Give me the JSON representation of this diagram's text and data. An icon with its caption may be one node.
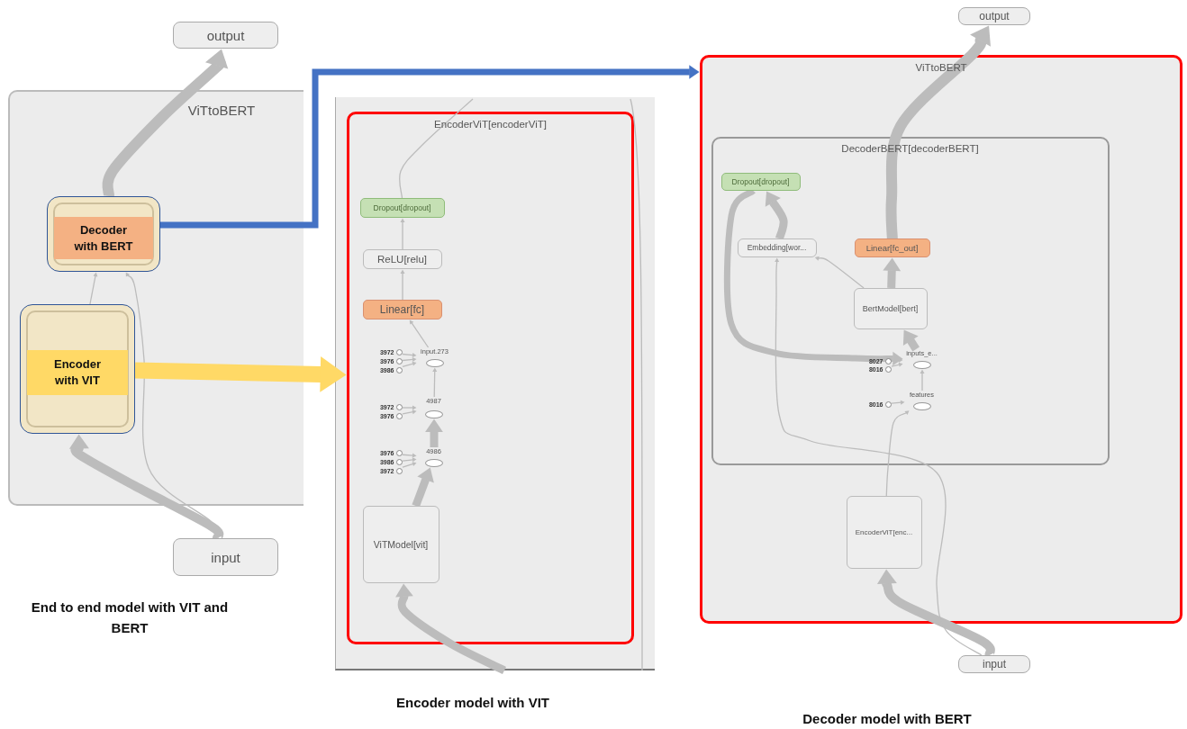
{
  "diagram": {
    "nodes": [
      {
        "text": [
          "output"
        ]
      },
      {
        "text": [
          "ViTtoBERT"
        ]
      },
      {
        "text": [
          "Decoder with BERT"
        ],
        "in": 1
      },
      {
        "text": [
          "Encoder with VIT"
        ],
        "in": 1
      },
      {
        "text": [
          "input"
        ]
      },
      {
        "text": [
          "EncoderViT[encoderViT]"
        ]
      },
      {
        "text": [
          "Dropout[dropout]"
        ],
        "in": 5
      },
      {
        "text": [
          "ReLU[relu]"
        ],
        "in": 5
      },
      {
        "text": [
          "Linear[fc]"
        ],
        "in": 5
      },
      {
        "text": [
          "input.273"
        ],
        "in": 5
      },
      {
        "text": [
          "3972"
        ],
        "in": 5
      },
      {
        "text": [
          "3976"
        ],
        "in": 5
      },
      {
        "text": [
          "3986"
        ],
        "in": 5
      },
      {
        "text": [
          "4987"
        ],
        "in": 5
      },
      {
        "text": [
          "3972"
        ],
        "in": 5
      },
      {
        "text": [
          "3976"
        ],
        "in": 5
      },
      {
        "text": [
          "4986"
        ],
        "in": 5
      },
      {
        "text": [
          "3976"
        ],
        "in": 5
      },
      {
        "text": [
          "3986"
        ],
        "in": 5
      },
      {
        "text": [
          "3972"
        ],
        "in": 5
      },
      {
        "text": [
          "ViTModel[vit]"
        ],
        "in": 5
      },
      {
        "text": [
          "output"
        ]
      },
      {
        "text": [
          "ViTtoBERT"
        ]
      },
      {
        "text": [
          "DecoderBERT[decoderBERT]"
        ],
        "in": 22
      },
      {
        "text": [
          "Dropout[dropout]"
        ],
        "in": 23
      },
      {
        "text": [
          "Embedding[wor..."
        ],
        "in": 23
      },
      {
        "text": [
          "Linear[fc_out]"
        ],
        "in": 23
      },
      {
        "text": [
          "BertModel[bert]"
        ],
        "in": 23
      },
      {
        "text": [
          "inputs_e..."
        ],
        "in": 23
      },
      {
        "text": [
          "8027"
        ],
        "in": 23
      },
      {
        "text": [
          "8016"
        ],
        "in": 23
      },
      {
        "text": [
          "features"
        ],
        "in": 23
      },
      {
        "text": [
          "8016"
        ],
        "in": 23
      },
      {
        "text": [
          "EncoderViT[enc..."
        ],
        "in": 22
      },
      {
        "text": [
          "input"
        ]
      }
    ],
    "edges": [
      {
        "from": 4,
        "to": 3,
        "arrow": "to",
        "style": "thick"
      },
      {
        "from": 4,
        "to": 2,
        "arrow": "to"
      },
      {
        "from": 3,
        "to": 2,
        "arrow": "to"
      },
      {
        "from": 2,
        "to": 0,
        "arrow": "to",
        "style": "thick"
      },
      {
        "from": 2,
        "to": 22,
        "arrow": "to",
        "style": "thick",
        "color": "#4472c4"
      },
      {
        "from": 3,
        "to": 5,
        "arrow": "to",
        "style": "thick",
        "color": "#ffd966"
      },
      {
        "from": null,
        "to": 20,
        "arrow": "to",
        "style": "thick"
      },
      {
        "from": 20,
        "to": 16,
        "arrow": "to",
        "style": "thick"
      },
      {
        "from": 17,
        "to": 16,
        "arrow": "to"
      },
      {
        "from": 18,
        "to": 16,
        "arrow": "to"
      },
      {
        "from": 19,
        "to": 16,
        "arrow": "to"
      },
      {
        "from": 16,
        "to": 13,
        "arrow": "to",
        "style": "thick"
      },
      {
        "from": 14,
        "to": 13,
        "arrow": "to"
      },
      {
        "from": 15,
        "to": 13,
        "arrow": "to"
      },
      {
        "from": 13,
        "to": 9,
        "arrow": "to"
      },
      {
        "from": 10,
        "to": 9,
        "arrow": "to"
      },
      {
        "from": 11,
        "to": 9,
        "arrow": "to"
      },
      {
        "from": 12,
        "to": 9,
        "arrow": "to"
      },
      {
        "from": 9,
        "to": 8,
        "arrow": "to"
      },
      {
        "from": 8,
        "to": 7,
        "arrow": "to"
      },
      {
        "from": 7,
        "to": 6,
        "arrow": "to"
      },
      {
        "from": 6,
        "to": null,
        "arrow": "none"
      },
      {
        "from": 34,
        "to": 33,
        "arrow": "to",
        "style": "thick"
      },
      {
        "from": 34,
        "to": 25,
        "arrow": "to"
      },
      {
        "from": 33,
        "to": 31,
        "arrow": "to"
      },
      {
        "from": 32,
        "to": 31,
        "arrow": "to"
      },
      {
        "from": 31,
        "to": 28,
        "arrow": "to"
      },
      {
        "from": 29,
        "to": 28,
        "arrow": "to"
      },
      {
        "from": 30,
        "to": 28,
        "arrow": "to"
      },
      {
        "from": 24,
        "to": 28,
        "arrow": "to",
        "style": "thick"
      },
      {
        "from": 28,
        "to": 27,
        "arrow": "to",
        "style": "thick"
      },
      {
        "from": 27,
        "to": 25,
        "arrow": "to"
      },
      {
        "from": 25,
        "to": 24,
        "arrow": "to",
        "style": "thick"
      },
      {
        "from": 27,
        "to": 26,
        "arrow": "to",
        "style": "thick"
      },
      {
        "from": 26,
        "to": 21,
        "arrow": "to",
        "style": "thick"
      }
    ],
    "labels": [
      "End to end model with VIT and BERT",
      "Encoder model with VIT",
      "Decoder model with BERT"
    ]
  }
}
